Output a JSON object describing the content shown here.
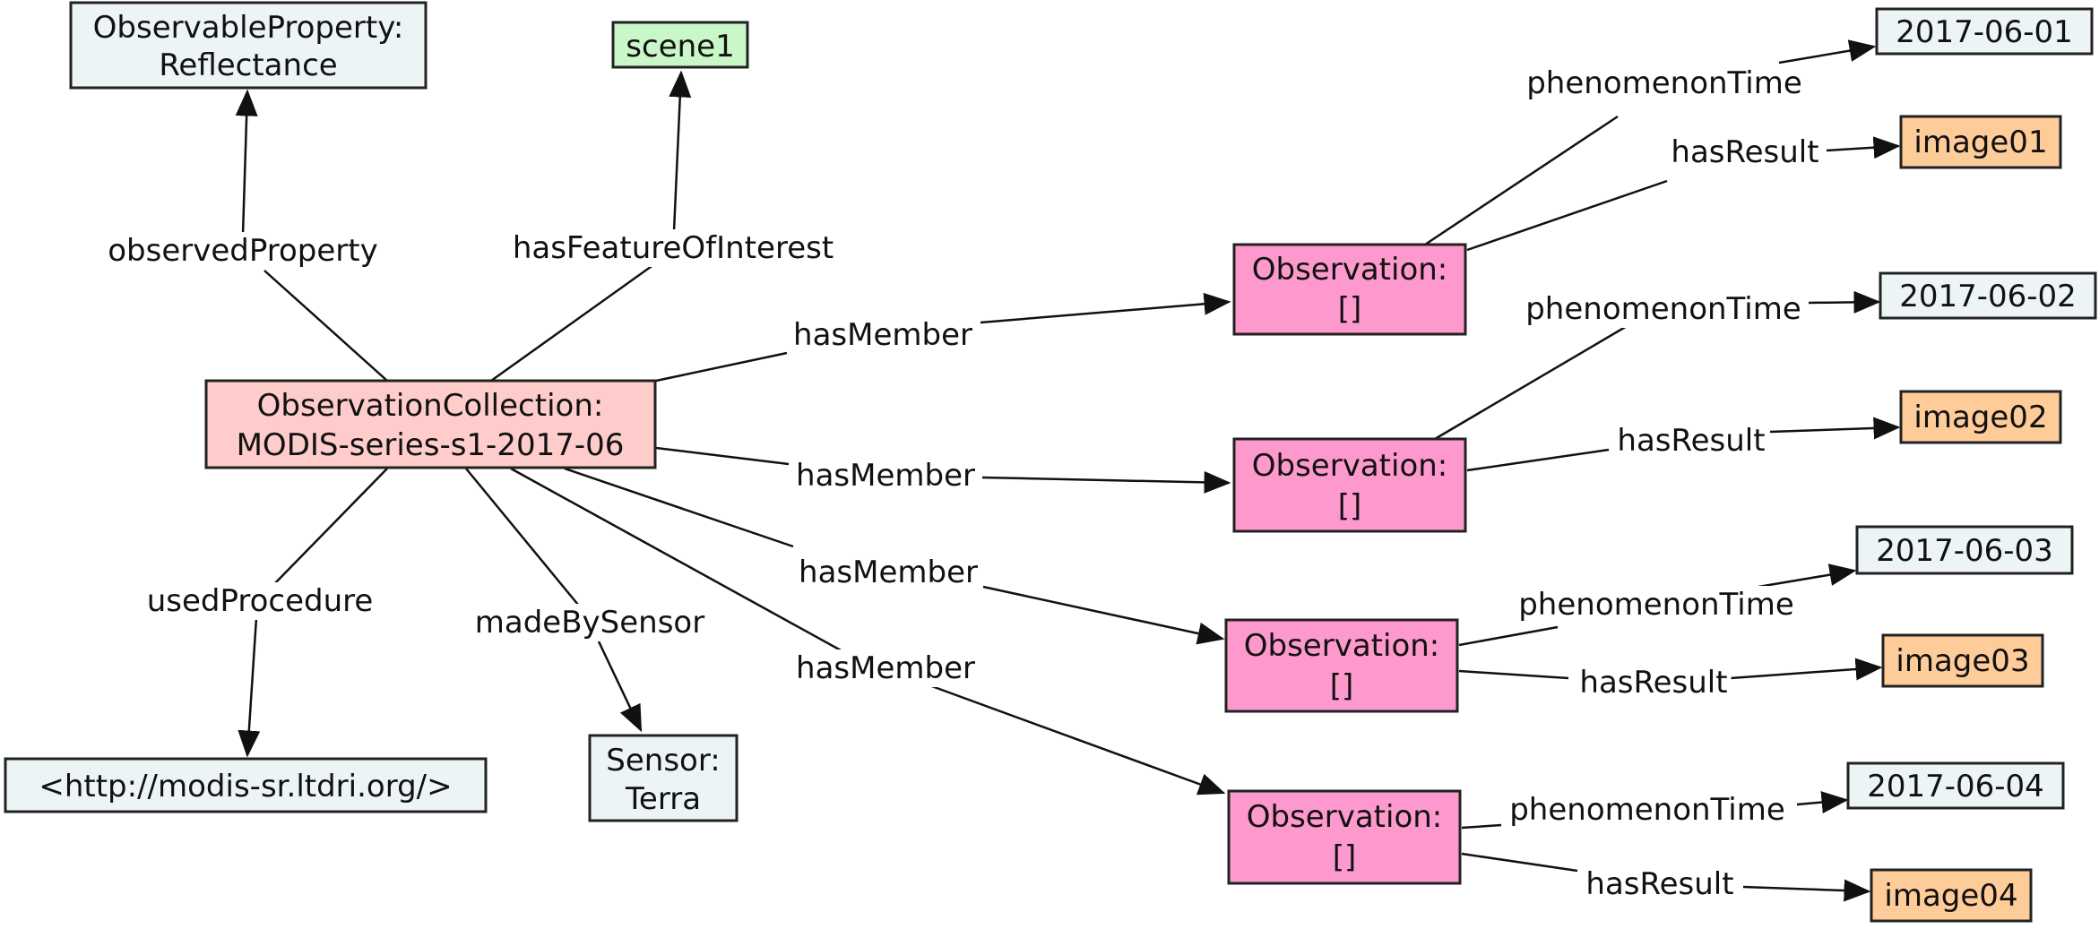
{
  "colors": {
    "default_node": "#edf4f6",
    "scene": "#c9f7c8",
    "collection": "#fecccb",
    "observation": "#fe99cd",
    "image": "#fecc99",
    "stroke": "#222222"
  },
  "nodes": {
    "observable_property": {
      "lines": [
        "ObservableProperty:",
        "Reflectance"
      ]
    },
    "scene1": {
      "lines": [
        "scene1"
      ]
    },
    "collection": {
      "lines": [
        "ObservationCollection:",
        "MODIS-series-s1-2017-06"
      ]
    },
    "procedure": {
      "lines": [
        "<http://modis-sr.ltdri.org/>"
      ]
    },
    "sensor": {
      "lines": [
        "Sensor:",
        "Terra"
      ]
    },
    "obs1": {
      "lines": [
        "Observation:",
        "[]"
      ]
    },
    "obs2": {
      "lines": [
        "Observation:",
        "[]"
      ]
    },
    "obs3": {
      "lines": [
        "Observation:",
        "[]"
      ]
    },
    "obs4": {
      "lines": [
        "Observation:",
        "[]"
      ]
    },
    "date1": {
      "lines": [
        "2017-06-01"
      ]
    },
    "date2": {
      "lines": [
        "2017-06-02"
      ]
    },
    "date3": {
      "lines": [
        "2017-06-03"
      ]
    },
    "date4": {
      "lines": [
        "2017-06-04"
      ]
    },
    "image1": {
      "lines": [
        "image01"
      ]
    },
    "image2": {
      "lines": [
        "image02"
      ]
    },
    "image3": {
      "lines": [
        "image03"
      ]
    },
    "image4": {
      "lines": [
        "image04"
      ]
    }
  },
  "edges": {
    "observed_property": "observedProperty",
    "has_feature_of_interest": "hasFeatureOfInterest",
    "used_procedure": "usedProcedure",
    "made_by_sensor": "madeBySensor",
    "has_member_1": "hasMember",
    "has_member_2": "hasMember",
    "has_member_3": "hasMember",
    "has_member_4": "hasMember",
    "phenomenon_time_1": "phenomenonTime",
    "phenomenon_time_2": "phenomenonTime",
    "phenomenon_time_3": "phenomenonTime",
    "phenomenon_time_4": "phenomenonTime",
    "has_result_1": "hasResult",
    "has_result_2": "hasResult",
    "has_result_3": "hasResult",
    "has_result_4": "hasResult"
  }
}
